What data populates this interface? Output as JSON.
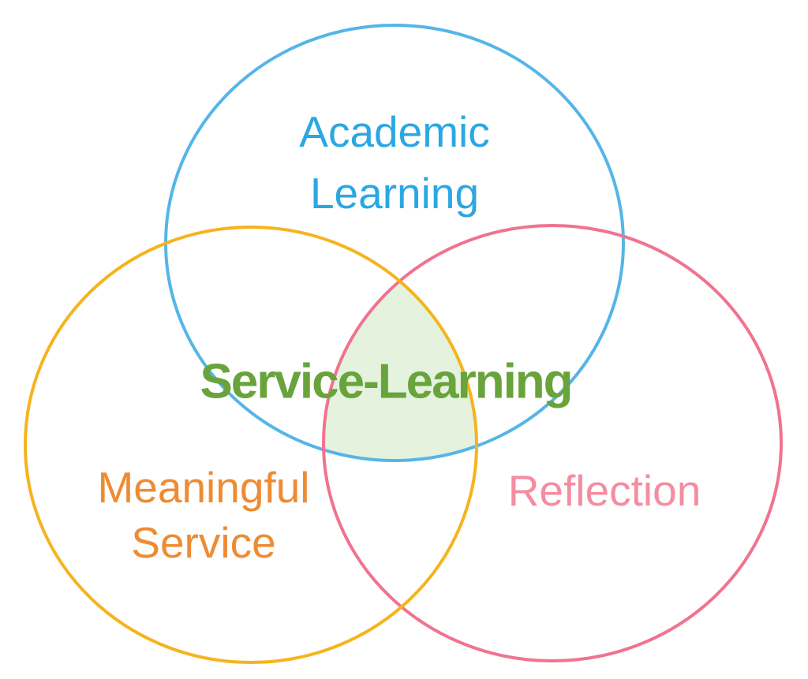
{
  "diagram": {
    "type": "venn-3-circle",
    "background_color": "#ffffff",
    "center_label": {
      "text": "Service-Learning",
      "color": "#69A33C"
    },
    "intersection": {
      "description": "triple-overlap-region",
      "fill_color": "#E4F2DE"
    },
    "circles": [
      {
        "id": "academic-learning",
        "label": "Academic Learning",
        "label_lines": [
          "Academic",
          "Learning"
        ],
        "stroke_color": "#55B5E8",
        "text_color": "#2BA7E2",
        "position": "top"
      },
      {
        "id": "meaningful-service",
        "label": "Meaningful Service",
        "label_lines": [
          "Meaningful",
          "Service"
        ],
        "stroke_color": "#F5B41E",
        "text_color": "#EE8B33",
        "position": "bottom-left"
      },
      {
        "id": "reflection",
        "label": "Reflection",
        "label_lines": [
          "Reflection"
        ],
        "stroke_color": "#F0738F",
        "text_color": "#F58CA0",
        "position": "bottom-right"
      }
    ]
  }
}
